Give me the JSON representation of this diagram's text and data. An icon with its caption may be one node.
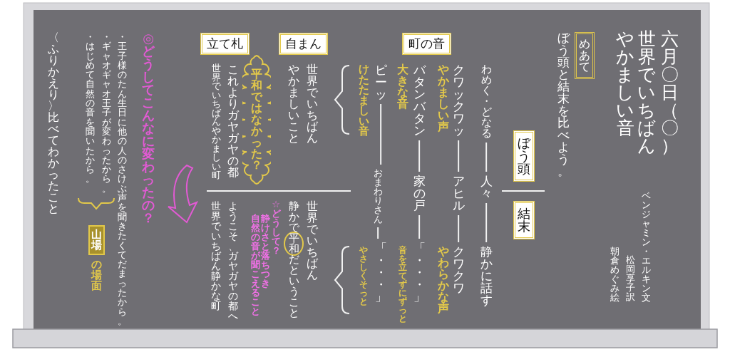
{
  "diagram": {
    "title": "世界でいちばんやかましい音",
    "nodes": [
      {
        "text": [
          "めあて"
        ]
      },
      {
        "text": [
          "ぼう頭"
        ]
      },
      {
        "text": [
          "結末"
        ]
      },
      {
        "text": [
          "町の音"
        ]
      },
      {
        "text": [
          "わめく・どなる"
        ]
      },
      {
        "text": [
          "人々"
        ]
      },
      {
        "text": [
          "静かに話す"
        ]
      },
      {
        "text": [
          "クワックワッ"
        ]
      },
      {
        "text": [
          "アヒル"
        ]
      },
      {
        "text": [
          "クワクワ"
        ]
      },
      {
        "text": [
          "バタンバタン"
        ]
      },
      {
        "text": [
          "家の戸"
        ]
      },
      {
        "text": [
          "「・・・」"
        ]
      },
      {
        "text": [
          "ピーッ"
        ]
      },
      {
        "text": [
          "おまわりさん"
        ]
      },
      {
        "text": [
          "「・・・」"
        ]
      },
      {
        "text": [
          "自まん"
        ]
      },
      {
        "text": [
          "立て札"
        ]
      },
      {
        "text": [
          "平和ではなかった？"
        ]
      },
      {
        "text": [
          "山場"
        ],
        "beside": [
          "の場面"
        ]
      }
    ],
    "edges": [
      {
        "from": 4,
        "to": 5,
        "arrow": "none"
      },
      {
        "from": 5,
        "to": 6,
        "arrow": "none"
      },
      {
        "from": 7,
        "to": 8,
        "arrow": "none"
      },
      {
        "from": 8,
        "to": 9,
        "arrow": "none"
      },
      {
        "from": 10,
        "to": 11,
        "arrow": "none"
      },
      {
        "from": 11,
        "to": 12,
        "arrow": "none"
      },
      {
        "from": 13,
        "to": 14,
        "arrow": "none"
      },
      {
        "from": 14,
        "to": 15,
        "arrow": "none"
      }
    ],
    "labels": [
      "六月〇日（〇）",
      "ぼう頭と結末を比べよう。",
      "ベンジャミン・エルキン文",
      "松岡享子訳",
      "朝倉めぐみ絵",
      "やかましい声",
      "やわらかな声",
      "大きな音",
      "音を立てずにずっと",
      "けたたましい音",
      "やさしくそっと",
      "世界でいちばん",
      "やかましいこと",
      "これよりガヤガヤの都",
      "世界でいちばんやかましい町",
      "世界でいちばん",
      "静かで平和だということ",
      "☆どうして？",
      "静けさと落ちつき",
      "自然の音が聞こえること",
      "ようこそ、ガヤガヤの都へ",
      "世界でいちばん静かな町",
      "◎どうしてこんなに変わったの？",
      "・王子様のたん生日に他の人のさけぶ声を聞きたくてだまったから。",
      "・ギャオギャオ王子が変わったから。",
      "・はじめて自然の音を聞いたから。",
      "〈ふりかえり〉比べてわかったこと"
    ]
  }
}
